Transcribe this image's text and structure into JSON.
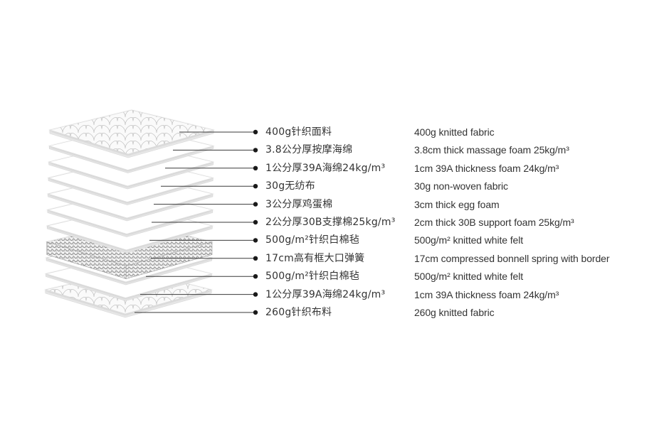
{
  "layers": [
    {
      "cn": "400g针织面料",
      "en": "400g knitted fabric",
      "kind": "quilted-top"
    },
    {
      "cn": "3.8公分厚按摩海绵",
      "en": "3.8cm thick massage foam 25kg/m³",
      "kind": "foam"
    },
    {
      "cn": "1公分厚39A海绵24kg/m³",
      "en": "1cm 39A thickness foam 24kg/m³",
      "kind": "foam"
    },
    {
      "cn": "30g无纺布",
      "en": "30g non-woven fabric",
      "kind": "fabric"
    },
    {
      "cn": "3公分厚鸡蛋棉",
      "en": "3cm thick egg foam",
      "kind": "foam"
    },
    {
      "cn": "2公分厚30B支撑棉25kg/m³",
      "en": "2cm thick 30B support foam 25kg/m³",
      "kind": "foam"
    },
    {
      "cn": "500g/m²针织白棉毡",
      "en": "500g/m² knitted white felt",
      "kind": "felt"
    },
    {
      "cn": "17cm高有框大口弹簧",
      "en": "17cm compressed bonnell spring with border",
      "kind": "spring"
    },
    {
      "cn": "500g/m²针织白棉毡",
      "en": "500g/m² knitted white felt",
      "kind": "felt"
    },
    {
      "cn": "1公分厚39A海绵24kg/m³",
      "en": "1cm 39A thickness foam 24kg/m³",
      "kind": "foam"
    },
    {
      "cn": "260g针织布料",
      "en": "260g knitted fabric",
      "kind": "quilted-bottom"
    }
  ],
  "colors": {
    "line": "#3a3a3a",
    "text": "#333333",
    "sheet_fill": "#ffffff",
    "sheet_edge": "#dcdcdc",
    "quilt_stroke": "#bdbdbd",
    "spring": "#8a8a8a"
  }
}
